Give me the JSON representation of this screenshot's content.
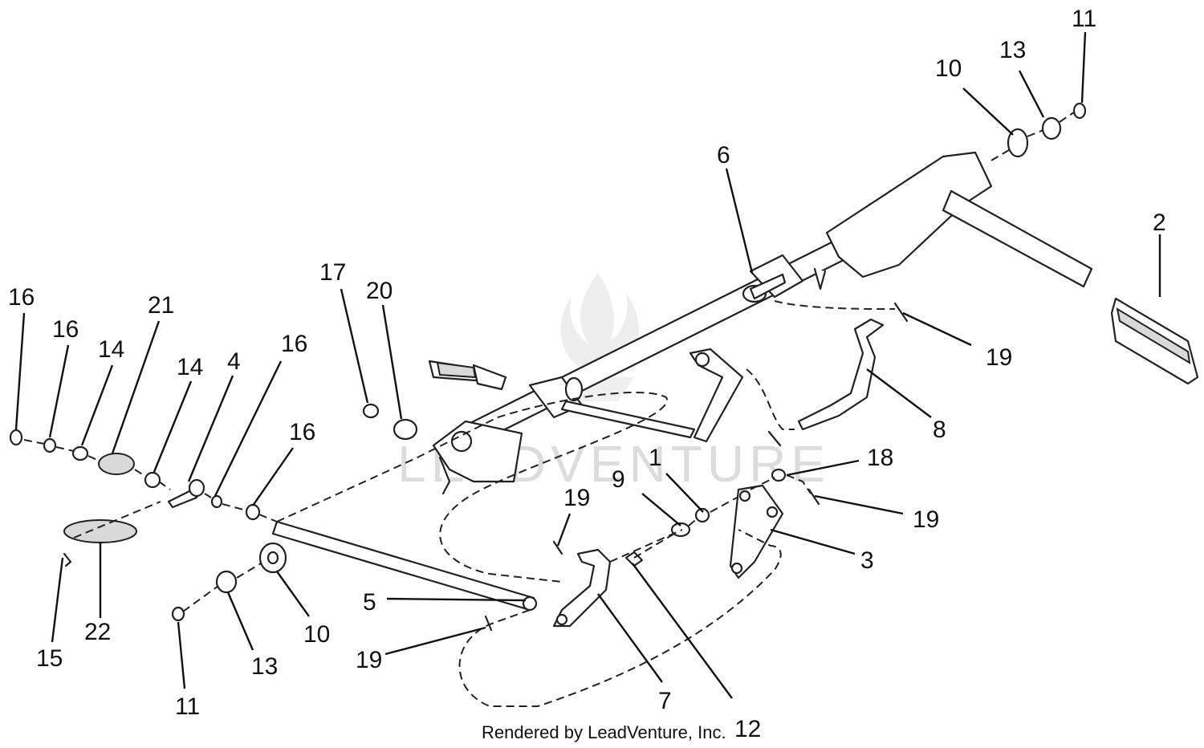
{
  "watermark": {
    "text": "LEADVENTURE",
    "color": "#dcdcdc"
  },
  "credit": "Rendered by LeadVenture, Inc.",
  "callouts": [
    {
      "id": "c1",
      "label": "1"
    },
    {
      "id": "c2",
      "label": "2"
    },
    {
      "id": "c3",
      "label": "3"
    },
    {
      "id": "c4",
      "label": "4"
    },
    {
      "id": "c5",
      "label": "5"
    },
    {
      "id": "c6",
      "label": "6"
    },
    {
      "id": "c7",
      "label": "7"
    },
    {
      "id": "c8",
      "label": "8"
    },
    {
      "id": "c9",
      "label": "9"
    },
    {
      "id": "c10a",
      "label": "10"
    },
    {
      "id": "c10b",
      "label": "10"
    },
    {
      "id": "c11a",
      "label": "11"
    },
    {
      "id": "c11b",
      "label": "11"
    },
    {
      "id": "c12",
      "label": "12"
    },
    {
      "id": "c13a",
      "label": "13"
    },
    {
      "id": "c13b",
      "label": "13"
    },
    {
      "id": "c14a",
      "label": "14"
    },
    {
      "id": "c14b",
      "label": "14"
    },
    {
      "id": "c15",
      "label": "15"
    },
    {
      "id": "c16a",
      "label": "16"
    },
    {
      "id": "c16b",
      "label": "16"
    },
    {
      "id": "c16c",
      "label": "16"
    },
    {
      "id": "c16d",
      "label": "16"
    },
    {
      "id": "c17",
      "label": "17"
    },
    {
      "id": "c18",
      "label": "18"
    },
    {
      "id": "c19a",
      "label": "19"
    },
    {
      "id": "c19b",
      "label": "19"
    },
    {
      "id": "c19c",
      "label": "19"
    },
    {
      "id": "c19d",
      "label": "19"
    },
    {
      "id": "c20",
      "label": "20"
    },
    {
      "id": "c21",
      "label": "21"
    },
    {
      "id": "c22",
      "label": "22"
    }
  ]
}
